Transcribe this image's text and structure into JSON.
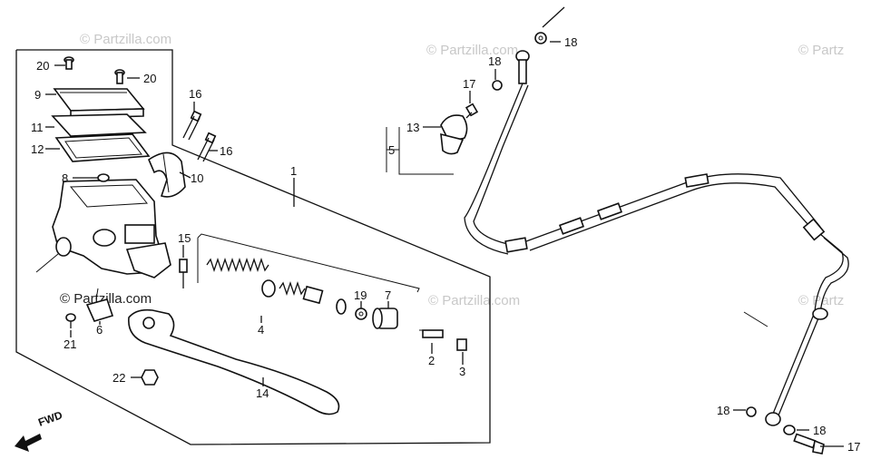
{
  "watermark": {
    "text": "© Partzilla.com",
    "text_cut": "© Partz"
  },
  "fwd_label": "FWD",
  "callouts": {
    "c1": "1",
    "c2": "2",
    "c3": "3",
    "c4": "4",
    "c5": "5",
    "c6": "6",
    "c7": "7",
    "c8": "8",
    "c9": "9",
    "c10": "10",
    "c11": "11",
    "c12": "12",
    "c13": "13",
    "c14": "14",
    "c15": "15",
    "c16a": "16",
    "c16b": "16",
    "c17a": "17",
    "c17b": "17",
    "c18a": "18",
    "c18b": "18",
    "c18c": "18",
    "c18d": "18",
    "c19": "19",
    "c20a": "20",
    "c20b": "20",
    "c21": "21",
    "c22": "22"
  }
}
